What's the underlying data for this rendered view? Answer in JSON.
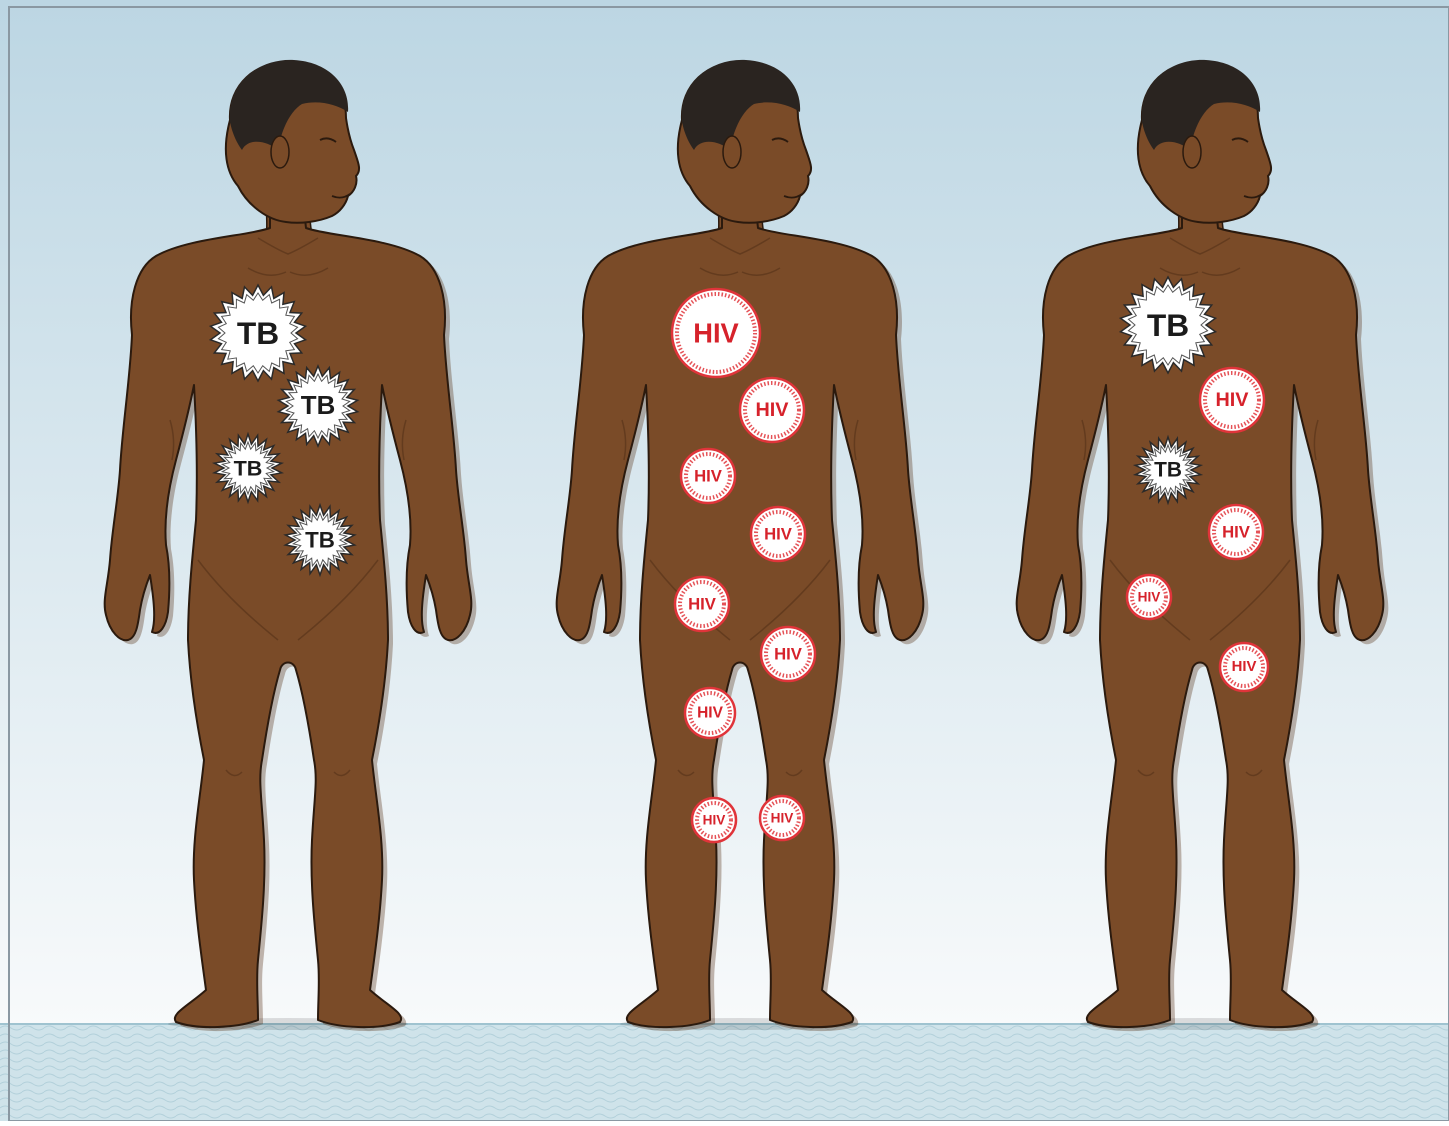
{
  "colors": {
    "sky_top": "#bcd6e3",
    "sky_bottom": "#f8fafb",
    "floor": "#cfe3ea",
    "floor_line": "#9fc3d0",
    "skin": "#7a4b28",
    "skin_shadow": "#5a3519",
    "outline": "#2b1a0e",
    "hair": "#2a2420",
    "tb_ring": "#2a2a2a",
    "tb_text": "#1b1b1b",
    "hiv_ring": "#e0343a",
    "hiv_text": "#d6222b",
    "marker_fill": "#ffffff",
    "border": "#8a98a2"
  },
  "figures": [
    {
      "name": "figure-tb-only",
      "markers": [
        {
          "type": "TB",
          "label": "TB",
          "size": "large"
        },
        {
          "type": "TB",
          "label": "TB",
          "size": "medium"
        },
        {
          "type": "TB",
          "label": "TB",
          "size": "small"
        },
        {
          "type": "TB",
          "label": "TB",
          "size": "small"
        }
      ]
    },
    {
      "name": "figure-hiv-only",
      "markers": [
        {
          "type": "HIV",
          "label": "HIV",
          "size": "large"
        },
        {
          "type": "HIV",
          "label": "HIV",
          "size": "medium"
        },
        {
          "type": "HIV",
          "label": "HIV",
          "size": "small"
        },
        {
          "type": "HIV",
          "label": "HIV",
          "size": "small"
        },
        {
          "type": "HIV",
          "label": "HIV",
          "size": "small"
        },
        {
          "type": "HIV",
          "label": "HIV",
          "size": "small"
        },
        {
          "type": "HIV",
          "label": "HIV",
          "size": "small"
        },
        {
          "type": "HIV",
          "label": "HIV",
          "size": "tiny"
        },
        {
          "type": "HIV",
          "label": "HIV",
          "size": "tiny"
        }
      ]
    },
    {
      "name": "figure-tb-hiv-coinfection",
      "markers": [
        {
          "type": "TB",
          "label": "TB",
          "size": "large"
        },
        {
          "type": "HIV",
          "label": "HIV",
          "size": "medium"
        },
        {
          "type": "TB",
          "label": "TB",
          "size": "small"
        },
        {
          "type": "HIV",
          "label": "HIV",
          "size": "small"
        },
        {
          "type": "HIV",
          "label": "HIV",
          "size": "tiny"
        },
        {
          "type": "HIV",
          "label": "HIV",
          "size": "tiny"
        }
      ]
    }
  ]
}
